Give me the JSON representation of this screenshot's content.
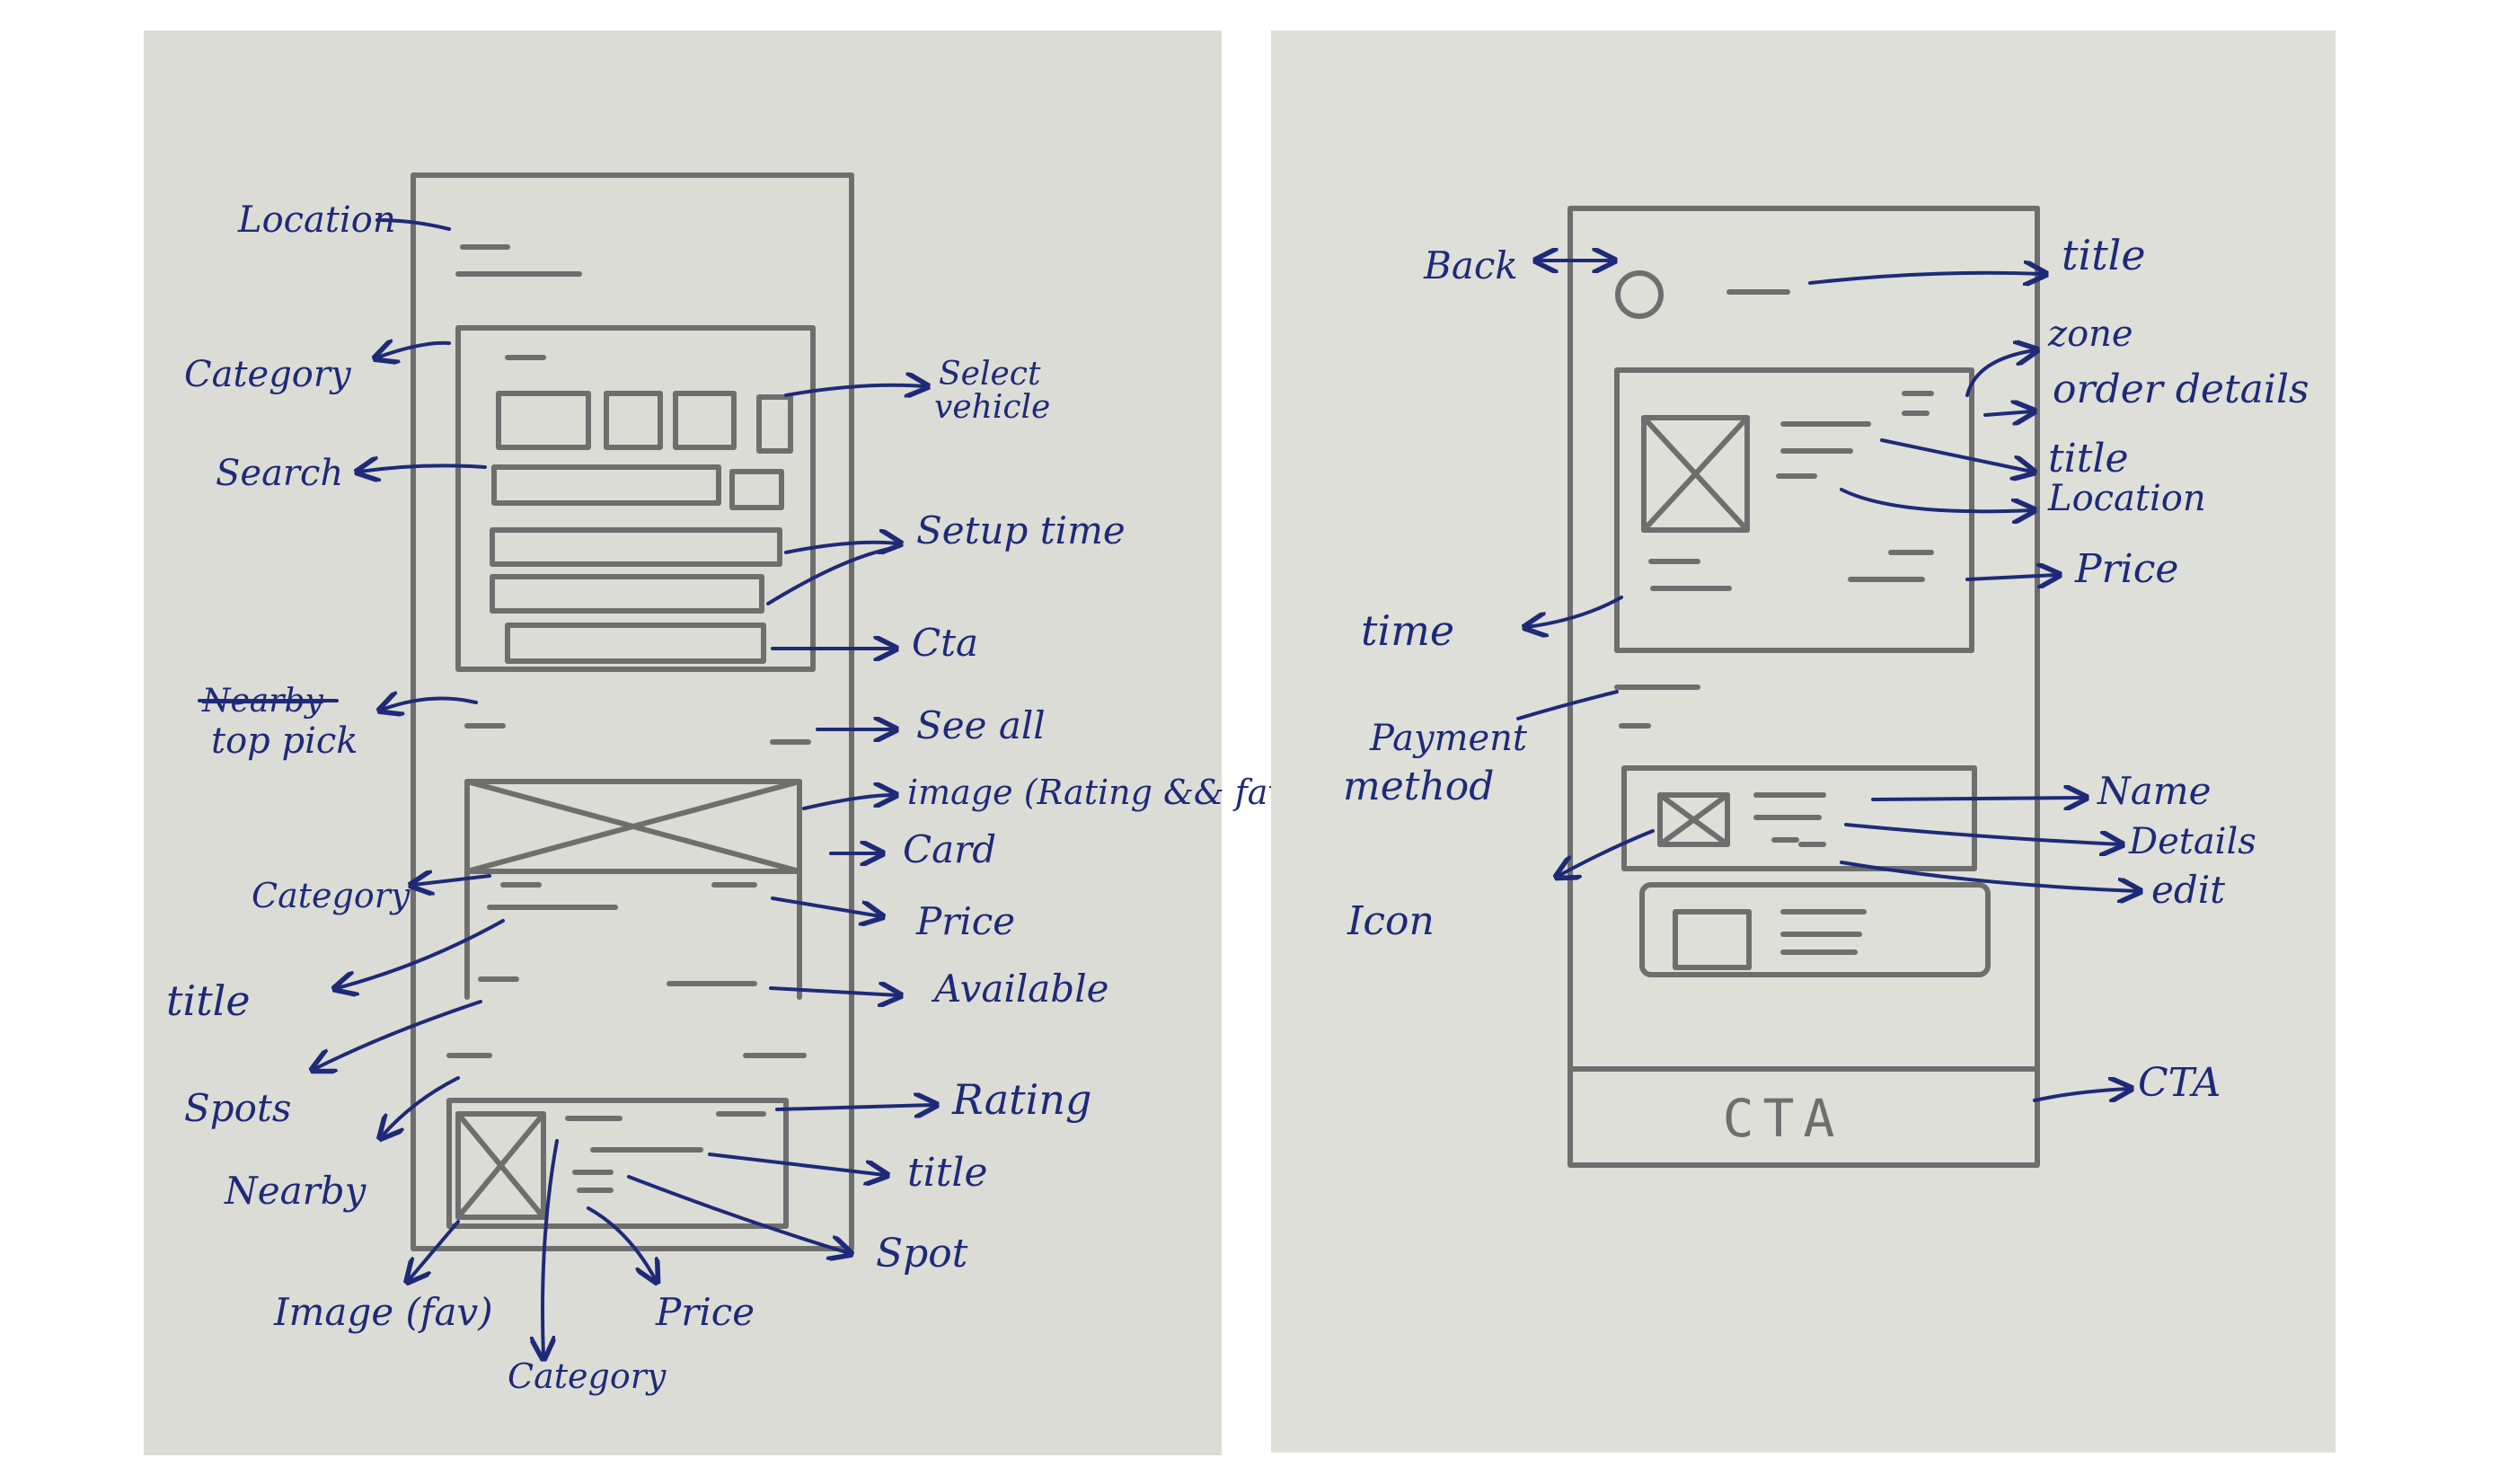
{
  "colors": {
    "background": "#ffffff",
    "paper": "#dcdcd6",
    "pencil": "#6e6e6e",
    "ink": "#1e2a78"
  },
  "left_sketch": {
    "labels": {
      "location": "Location",
      "category_top": "Category",
      "select_vehicle_1": "Select",
      "select_vehicle_2": "vehicle",
      "search": "Search",
      "setup_time": "Setup time",
      "cta": "Cta",
      "nearby_struck": "Nearby",
      "top_pick": "top pick",
      "see_all": "See all",
      "image_rating_fav": "image (Rating && fav)",
      "card": "Card",
      "category_mid": "Category",
      "price_mid": "Price",
      "title_mid": "title",
      "available": "Available",
      "spots": "Spots",
      "rating": "Rating",
      "nearby": "Nearby",
      "title_bottom": "title",
      "spot": "Spot",
      "image_fav": "Image (fav)",
      "price_bottom": "Price",
      "category_bottom": "Category"
    }
  },
  "right_sketch": {
    "labels": {
      "back": "Back",
      "title_top": "title",
      "zone": "zone",
      "order_details": "order details",
      "title_card": "title",
      "location": "Location",
      "price": "Price",
      "time": "time",
      "payment_1": "Payment",
      "payment_2": "method",
      "name": "Name",
      "details": "Details",
      "edit": "edit",
      "icon": "Icon",
      "cta_side": "CTA",
      "cta_button": "CTA"
    }
  }
}
